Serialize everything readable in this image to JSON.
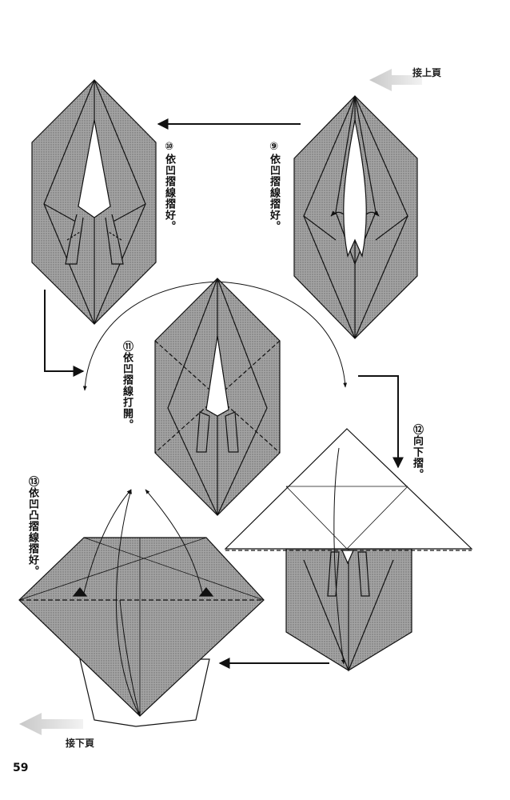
{
  "nav": {
    "continue_from_prev": "接上頁",
    "continue_to_next": "接下頁"
  },
  "page_number": "59",
  "steps": [
    {
      "id": "step-9",
      "text": "⑨依凹摺線摺好。"
    },
    {
      "id": "step-10",
      "text": "⑩依凹摺線摺好。"
    },
    {
      "id": "step-11",
      "text": "⑪依凹摺線打開。"
    },
    {
      "id": "step-12",
      "text": "⑫向下摺。"
    },
    {
      "id": "step-13",
      "text": "⑬依凹凸摺線摺好。"
    }
  ],
  "colors": {
    "paper_shade": "#9a9a9a",
    "paper_white": "#ffffff",
    "ink": "#111111",
    "arrow_grey": "#d0d0d0"
  }
}
